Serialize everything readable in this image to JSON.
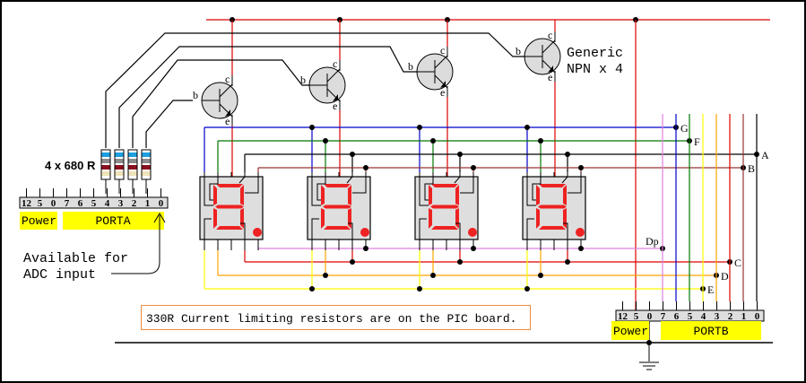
{
  "diagram": {
    "title": "4-digit 7-segment multiplexed display wiring",
    "transistor_label_line1": "Generic",
    "transistor_label_line2": "NPN x 4",
    "transistor_pins": {
      "collector": "c",
      "base": "b",
      "emitter": "e"
    },
    "resistor_label": "4 x 680 R",
    "resistor_bands": [
      "#1e9fe0",
      "#8c8c8c",
      "#8b0f1e",
      "#efe3b8"
    ],
    "note": "330R Current limiting resistors are on the PIC board.",
    "adc_note_line1": "Available for",
    "adc_note_line2": "ADC input",
    "porta": {
      "power_label": "Power",
      "port_label": "PORTA",
      "pins": [
        "12",
        "5",
        "0",
        "7",
        "6",
        "5",
        "4",
        "3",
        "2",
        "1",
        "0"
      ]
    },
    "portb": {
      "power_label": "Power",
      "port_label": "PORTB",
      "pins": [
        "12",
        "5",
        "0",
        "7",
        "6",
        "5",
        "4",
        "3",
        "2",
        "1",
        "0"
      ]
    },
    "segments": [
      {
        "name": "G",
        "color": "#0000cc"
      },
      {
        "name": "F",
        "color": "#007700"
      },
      {
        "name": "A",
        "color": "#000000"
      },
      {
        "name": "B",
        "color": "#993333"
      },
      {
        "name": "Dp",
        "color": "#e080e0"
      },
      {
        "name": "C",
        "color": "#dd0000"
      },
      {
        "name": "D",
        "color": "#ffa500"
      },
      {
        "name": "E",
        "color": "#ffff00"
      }
    ],
    "colors": {
      "supply": "#dd0000",
      "highlight": "#ffff00",
      "note_border": "#f08c3c",
      "segment_on": "#ee2222",
      "display_body": "#dedede",
      "transistor_body": "#dcdcdc"
    },
    "digit_count": 4
  }
}
